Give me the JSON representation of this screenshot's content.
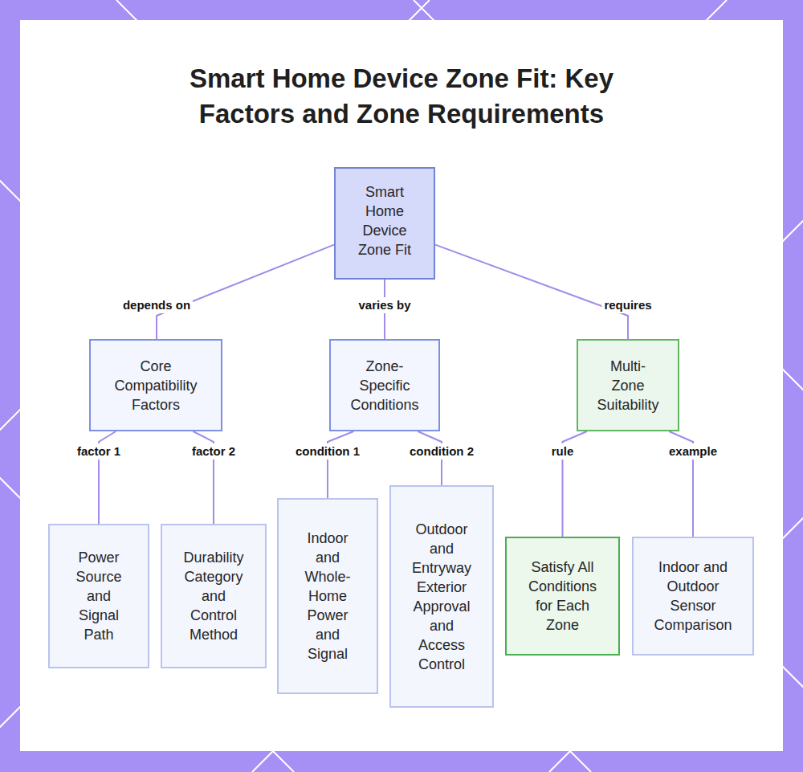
{
  "diagram": {
    "title": "Smart Home Device Zone Fit: Key Factors and Zone Requirements",
    "nodes": [
      {
        "text": [
          "Smart Home Device Zone Fit"
        ]
      },
      {
        "text": [
          "Core Compatibility Factors"
        ]
      },
      {
        "text": [
          "Zone-Specific Conditions"
        ]
      },
      {
        "text": [
          "Multi-Zone Suitability"
        ]
      },
      {
        "text": [
          "Power Source and Signal Path"
        ]
      },
      {
        "text": [
          "Durability Category and Control Method"
        ]
      },
      {
        "text": [
          "Indoor and Whole-Home Power and Signal"
        ]
      },
      {
        "text": [
          "Outdoor and Entryway Exterior Approval and Access Control"
        ]
      },
      {
        "text": [
          "Satisfy All Conditions for Each Zone"
        ]
      },
      {
        "text": [
          "Indoor and Outdoor Sensor Comparison"
        ]
      }
    ],
    "edges": [
      {
        "from": 0,
        "to": 1,
        "label": "depends on",
        "arrow": "none"
      },
      {
        "from": 0,
        "to": 2,
        "label": "varies by",
        "arrow": "none"
      },
      {
        "from": 0,
        "to": 3,
        "label": "requires",
        "arrow": "none"
      },
      {
        "from": 1,
        "to": 4,
        "label": "factor 1",
        "arrow": "none"
      },
      {
        "from": 1,
        "to": 5,
        "label": "factor 2",
        "arrow": "none"
      },
      {
        "from": 2,
        "to": 6,
        "label": "condition 1",
        "arrow": "none"
      },
      {
        "from": 2,
        "to": 7,
        "label": "condition 2",
        "arrow": "none"
      },
      {
        "from": 3,
        "to": 8,
        "label": "rule",
        "arrow": "none"
      },
      {
        "from": 3,
        "to": 9,
        "label": "example",
        "arrow": "none"
      }
    ]
  }
}
